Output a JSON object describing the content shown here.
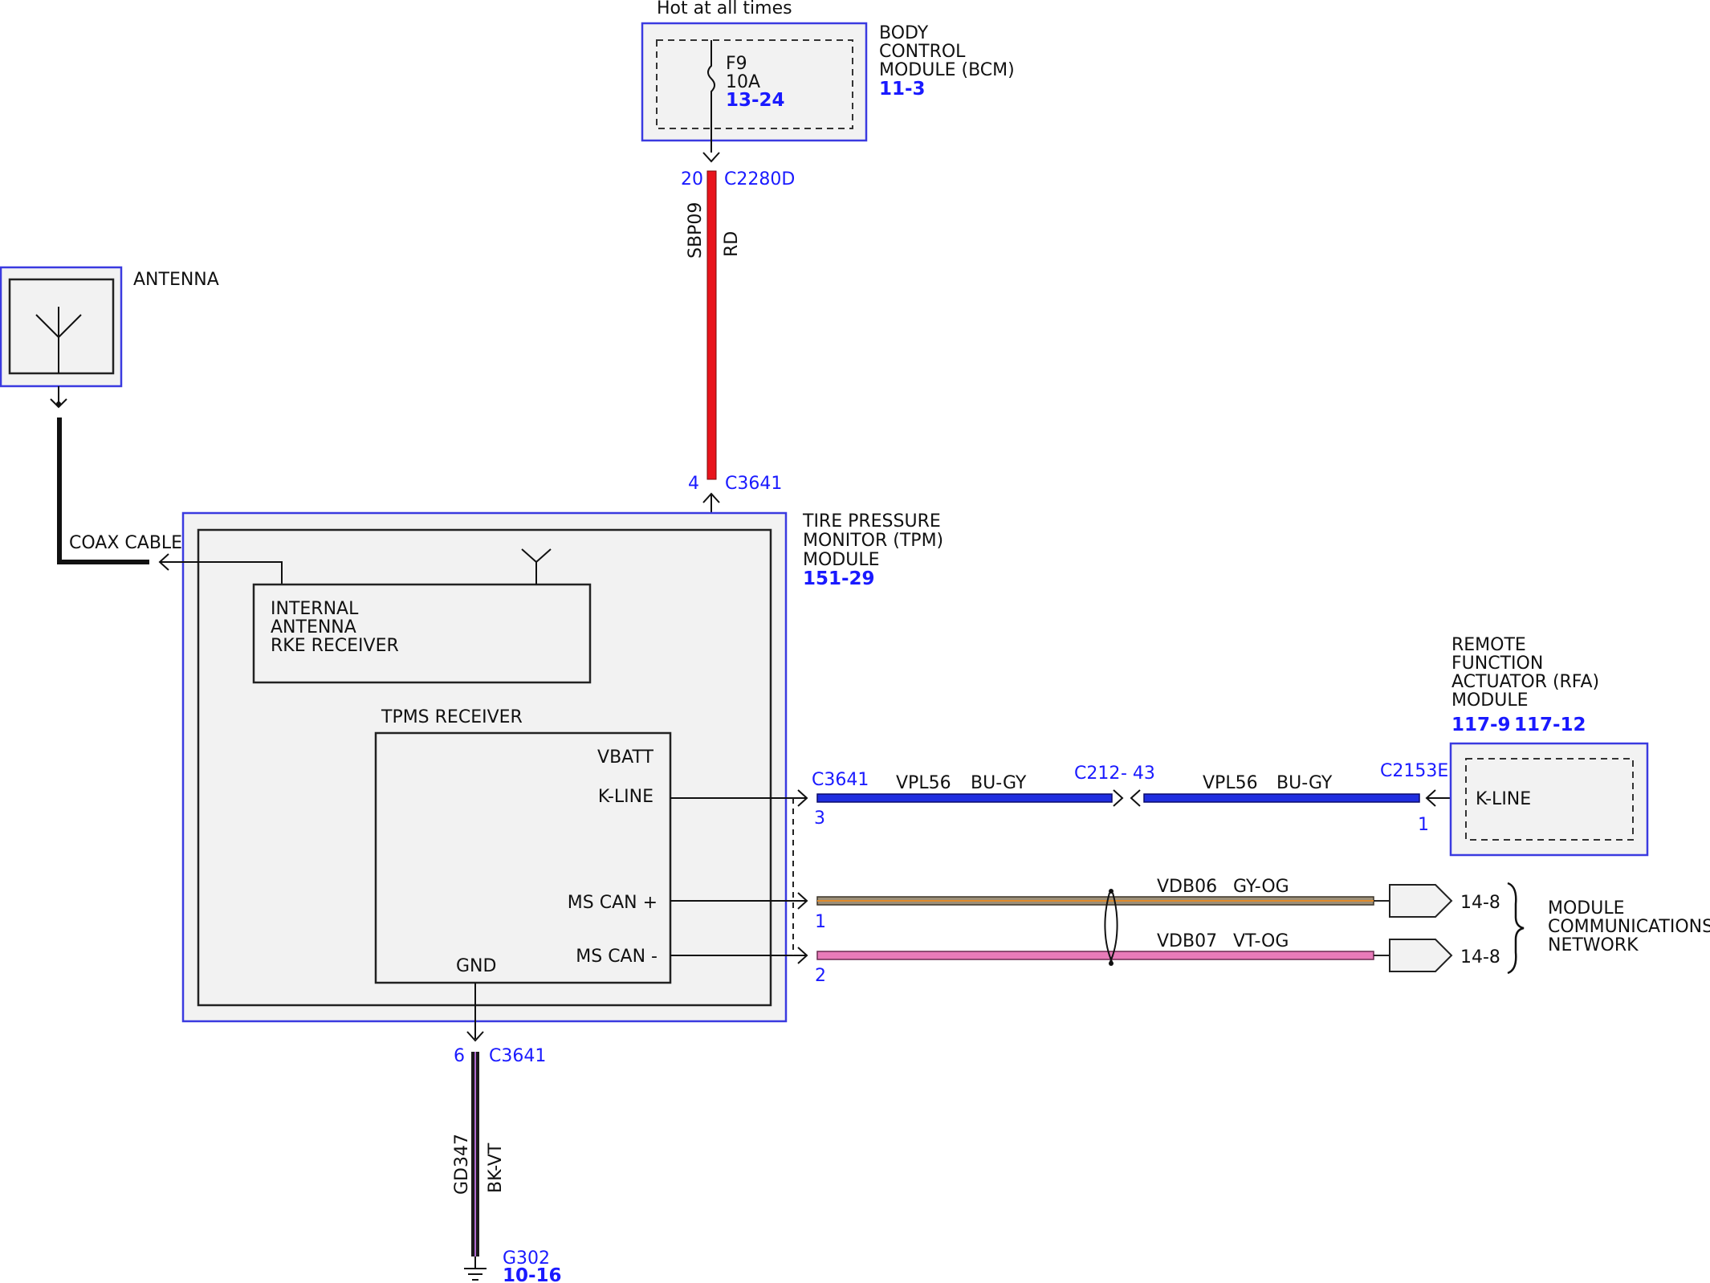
{
  "hot_label": "Hot at all times",
  "bcm": {
    "title_lines": [
      "BODY",
      "CONTROL",
      "MODULE (BCM)"
    ],
    "ref": "11-3",
    "fuse_name": "F9",
    "fuse_rating": "10A",
    "fuse_ref": "13-24"
  },
  "power_wire": {
    "pin_top": "20",
    "connector_top": "C2280D",
    "circuit": "SBP09",
    "color": "RD",
    "pin_bottom": "4",
    "connector_bottom": "C3641"
  },
  "antenna": {
    "title": "ANTENNA",
    "coax_label": "COAX CABLE"
  },
  "tpm": {
    "title_lines": [
      "TIRE PRESSURE",
      "MONITOR (TPM)",
      "MODULE"
    ],
    "ref": "151-29",
    "internal_antenna_lines": [
      "INTERNAL",
      "ANTENNA",
      "RKE RECEIVER"
    ],
    "receiver_title": "TPMS RECEIVER",
    "pin_vbatt": "VBATT",
    "pin_kline": "K-LINE",
    "pin_mscan_plus": "MS CAN +",
    "pin_mscan_minus": "MS CAN -",
    "pin_gnd": "GND"
  },
  "kline_wire": {
    "connector_left": "C3641",
    "pin_left": "3",
    "circuit_left": "VPL56",
    "color_left": "BU-GY",
    "inline_connector": "C212",
    "inline_pin": "- 43",
    "circuit_right": "VPL56",
    "color_right": "BU-GY",
    "connector_right": "C2153E",
    "pin_right": "1"
  },
  "rfa": {
    "title_lines": [
      "REMOTE",
      "FUNCTION",
      "ACTUATOR (RFA)",
      "MODULE"
    ],
    "ref_1": "117-9",
    "ref_2": "117-12",
    "pin_label": "K-LINE"
  },
  "can_plus_wire": {
    "pin": "1",
    "circuit": "VDB06",
    "color": "GY-OG",
    "ref": "14-8"
  },
  "can_minus_wire": {
    "pin": "2",
    "circuit": "VDB07",
    "color": "VT-OG",
    "ref": "14-8"
  },
  "network": {
    "title_lines": [
      "MODULE",
      "COMMUNICATIONS",
      "NETWORK"
    ]
  },
  "ground_wire": {
    "pin": "6",
    "connector": "C3641",
    "circuit": "GD347",
    "color": "BK-VT",
    "ground_name": "G302",
    "ground_ref": "10-16"
  },
  "colors": {
    "wire_red": "#e8141c",
    "wire_blue": "#1f2ee0",
    "wire_gray_orange": "#9c8f78",
    "wire_pink": "#e87bb9",
    "wire_black_violet": "#1a1a1a",
    "module_outline": "#3a3ae0",
    "reference_text": "#1a1aff"
  }
}
